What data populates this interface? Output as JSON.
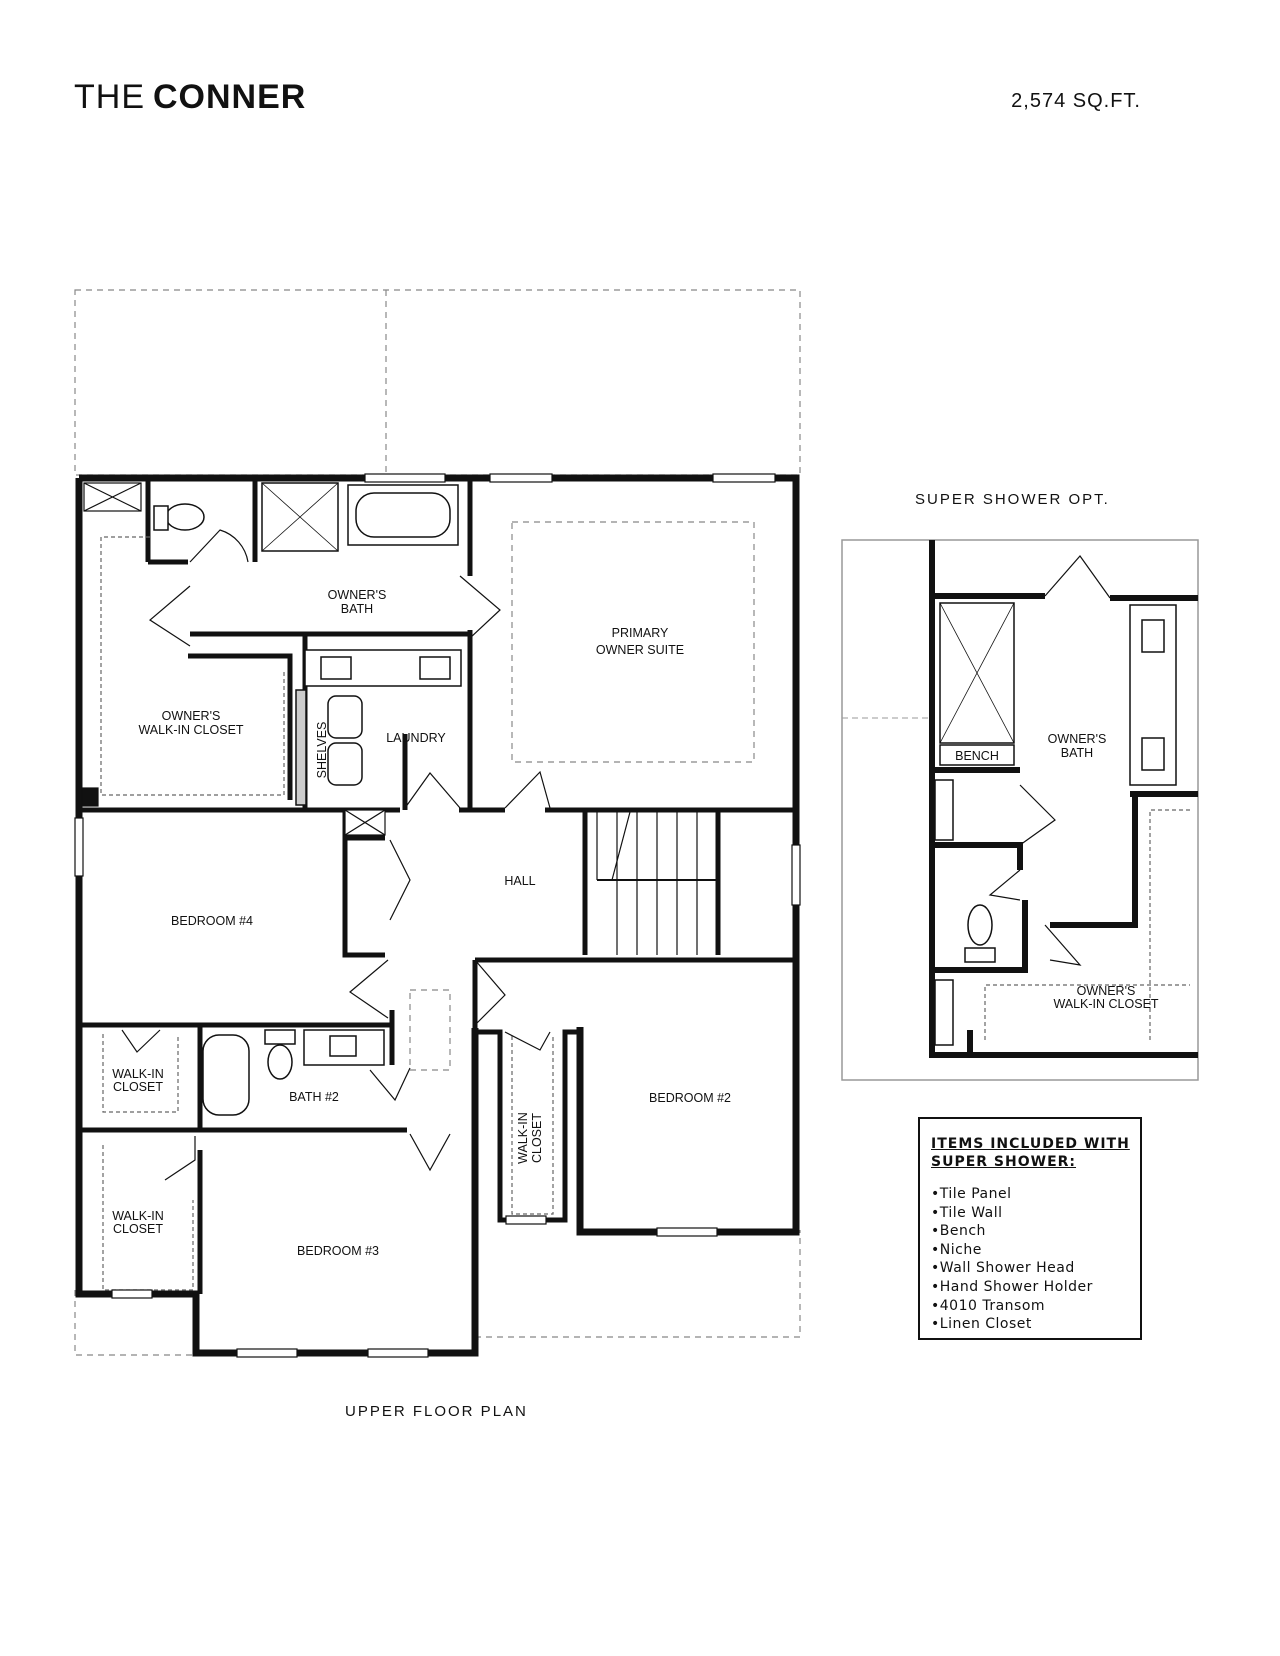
{
  "header": {
    "title_light": "THE",
    "title_bold": "CONNER",
    "square_feet": "2,574 SQ.FT."
  },
  "plan": {
    "caption": "UPPER FLOOR PLAN",
    "rooms": {
      "owners_bath_line1": "OWNER'S",
      "owners_bath_line2": "BATH",
      "primary_suite_line1": "PRIMARY",
      "primary_suite_line2": "OWNER SUITE",
      "walkin_closet_owner_line1": "OWNER'S",
      "walkin_closet_owner_line2": "WALK-IN CLOSET",
      "shelves": "SHELVES",
      "laundry": "LAUNDRY",
      "hall": "HALL",
      "bedroom4": "BEDROOM #4",
      "walkin_closet_a_line1": "WALK-IN",
      "walkin_closet_a_line2": "CLOSET",
      "bath2": "BATH #2",
      "walkin_closet_b_line1": "WALK-IN",
      "walkin_closet_b_line2": "CLOSET",
      "bedroom2": "BEDROOM #2",
      "walkin_closet_c_line1": "WALK-IN",
      "walkin_closet_c_line2": "CLOSET",
      "bedroom3": "BEDROOM #3"
    }
  },
  "super_shower": {
    "caption": "SUPER SHOWER OPT.",
    "bench": "BENCH",
    "owners_bath_line1": "OWNER'S",
    "owners_bath_line2": "BATH",
    "walkin_closet_line1": "OWNER'S",
    "walkin_closet_line2": "WALK-IN CLOSET"
  },
  "legend": {
    "title_line1": "ITEMS INCLUDED WITH",
    "title_line2": "SUPER SHOWER:",
    "items": [
      "Tile Panel",
      "Tile Wall",
      "Bench",
      "Niche",
      "Wall Shower Head",
      "Hand Shower Holder",
      "4010 Transom",
      "Linen Closet"
    ]
  }
}
